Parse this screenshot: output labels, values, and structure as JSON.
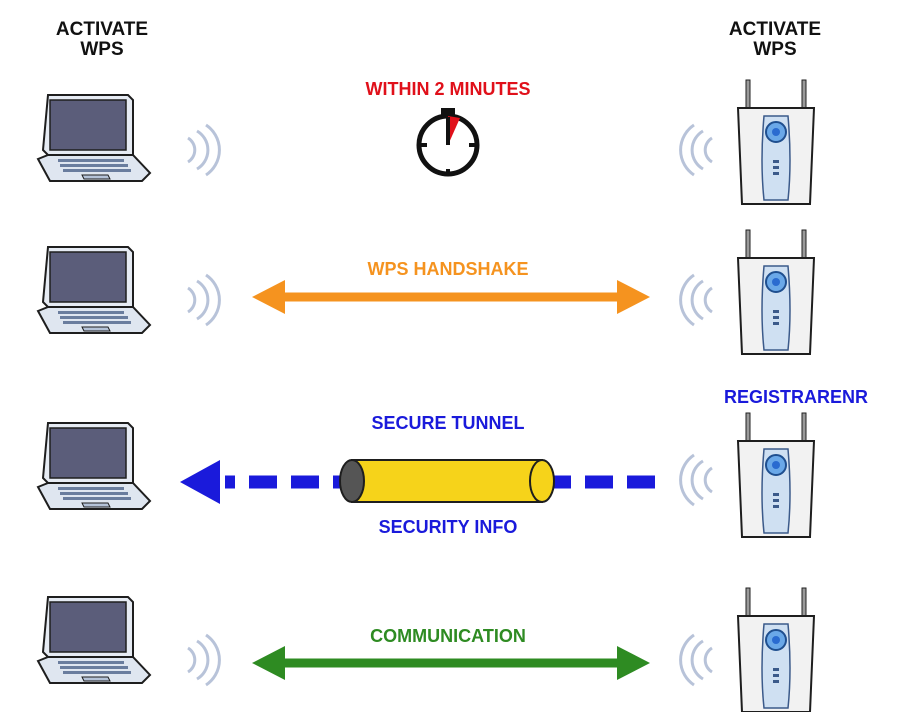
{
  "headers": {
    "left_line1": "ACTIVATE",
    "left_line2": "WPS",
    "right_line1": "ACTIVATE",
    "right_line2": "WPS"
  },
  "rows": {
    "timer_label": "WITHIN 2 MINUTES",
    "handshake_label": "WPS HANDSHAKE",
    "tunnel_label": "SECURE TUNNEL",
    "security_label": "SECURITY INFO",
    "registrar_label": "REGISTRARENR",
    "communication_label": "COMMUNICATION"
  },
  "colors": {
    "timer": "#e0101a",
    "handshake": "#f5931f",
    "tunnel": "#1a1adb",
    "communication": "#2e8b22",
    "tunnel_body": "#f6d31a"
  },
  "icons": {
    "client": "laptop-icon",
    "access_point": "access-point-icon",
    "signal": "wifi-signal-icon",
    "timer": "stopwatch-icon"
  }
}
